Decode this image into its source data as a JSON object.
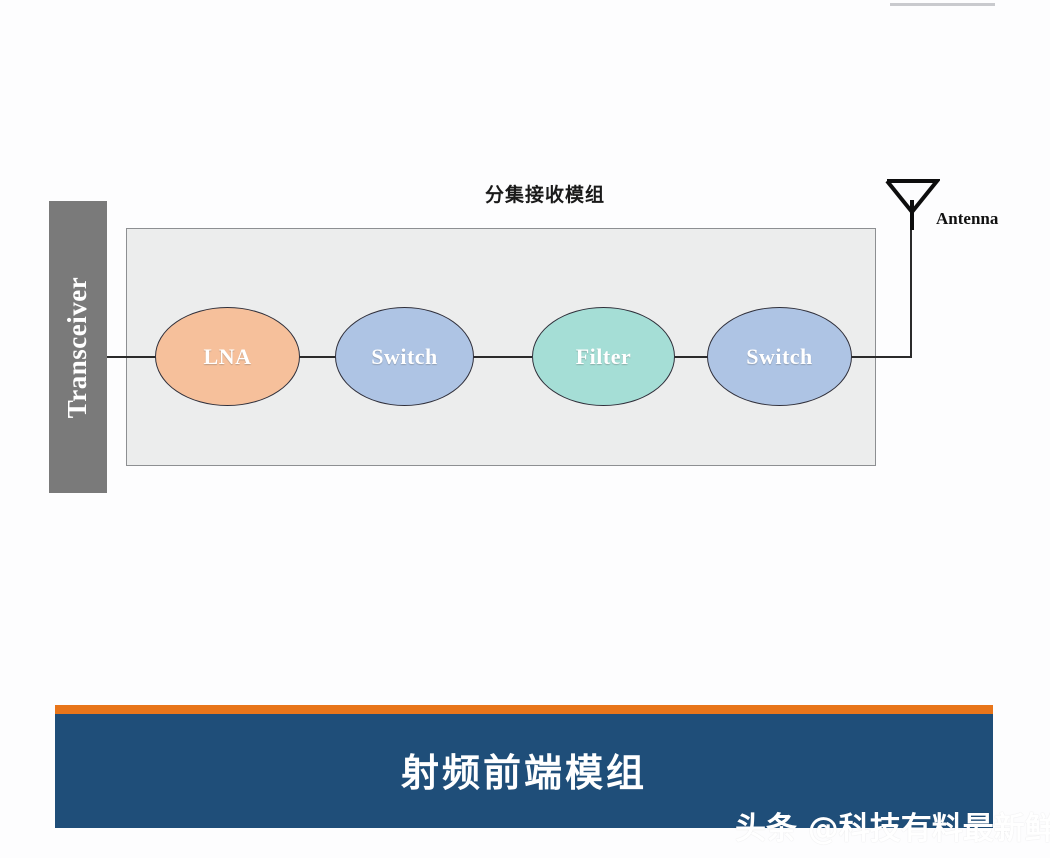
{
  "diagram": {
    "module_title": "分集接收模组",
    "transceiver_label": "Transceiver",
    "antenna_label": "Antenna",
    "antenna_icon": "antenna-icon",
    "nodes": [
      {
        "label": "LNA",
        "fill": "#f6c09b",
        "name": "lna"
      },
      {
        "label": "Switch",
        "fill": "#aec4e4",
        "name": "switch-1"
      },
      {
        "label": "Filter",
        "fill": "#a5ded6",
        "name": "filter"
      },
      {
        "label": "Switch",
        "fill": "#aec4e4",
        "name": "switch-2"
      }
    ],
    "colors": {
      "transceiver_bar": "#7a7a7a",
      "module_fill": "#eceded",
      "module_border": "#8d8f92",
      "wire": "#2b2b2b",
      "banner_bg": "#1f4e79",
      "banner_stripe": "#e8751a",
      "page_bg": "#fdfdfe"
    }
  },
  "banner": {
    "title": "射频前端模组"
  },
  "watermark": {
    "prefix": "头条 ",
    "handle": "@科技有料最新鲜"
  }
}
